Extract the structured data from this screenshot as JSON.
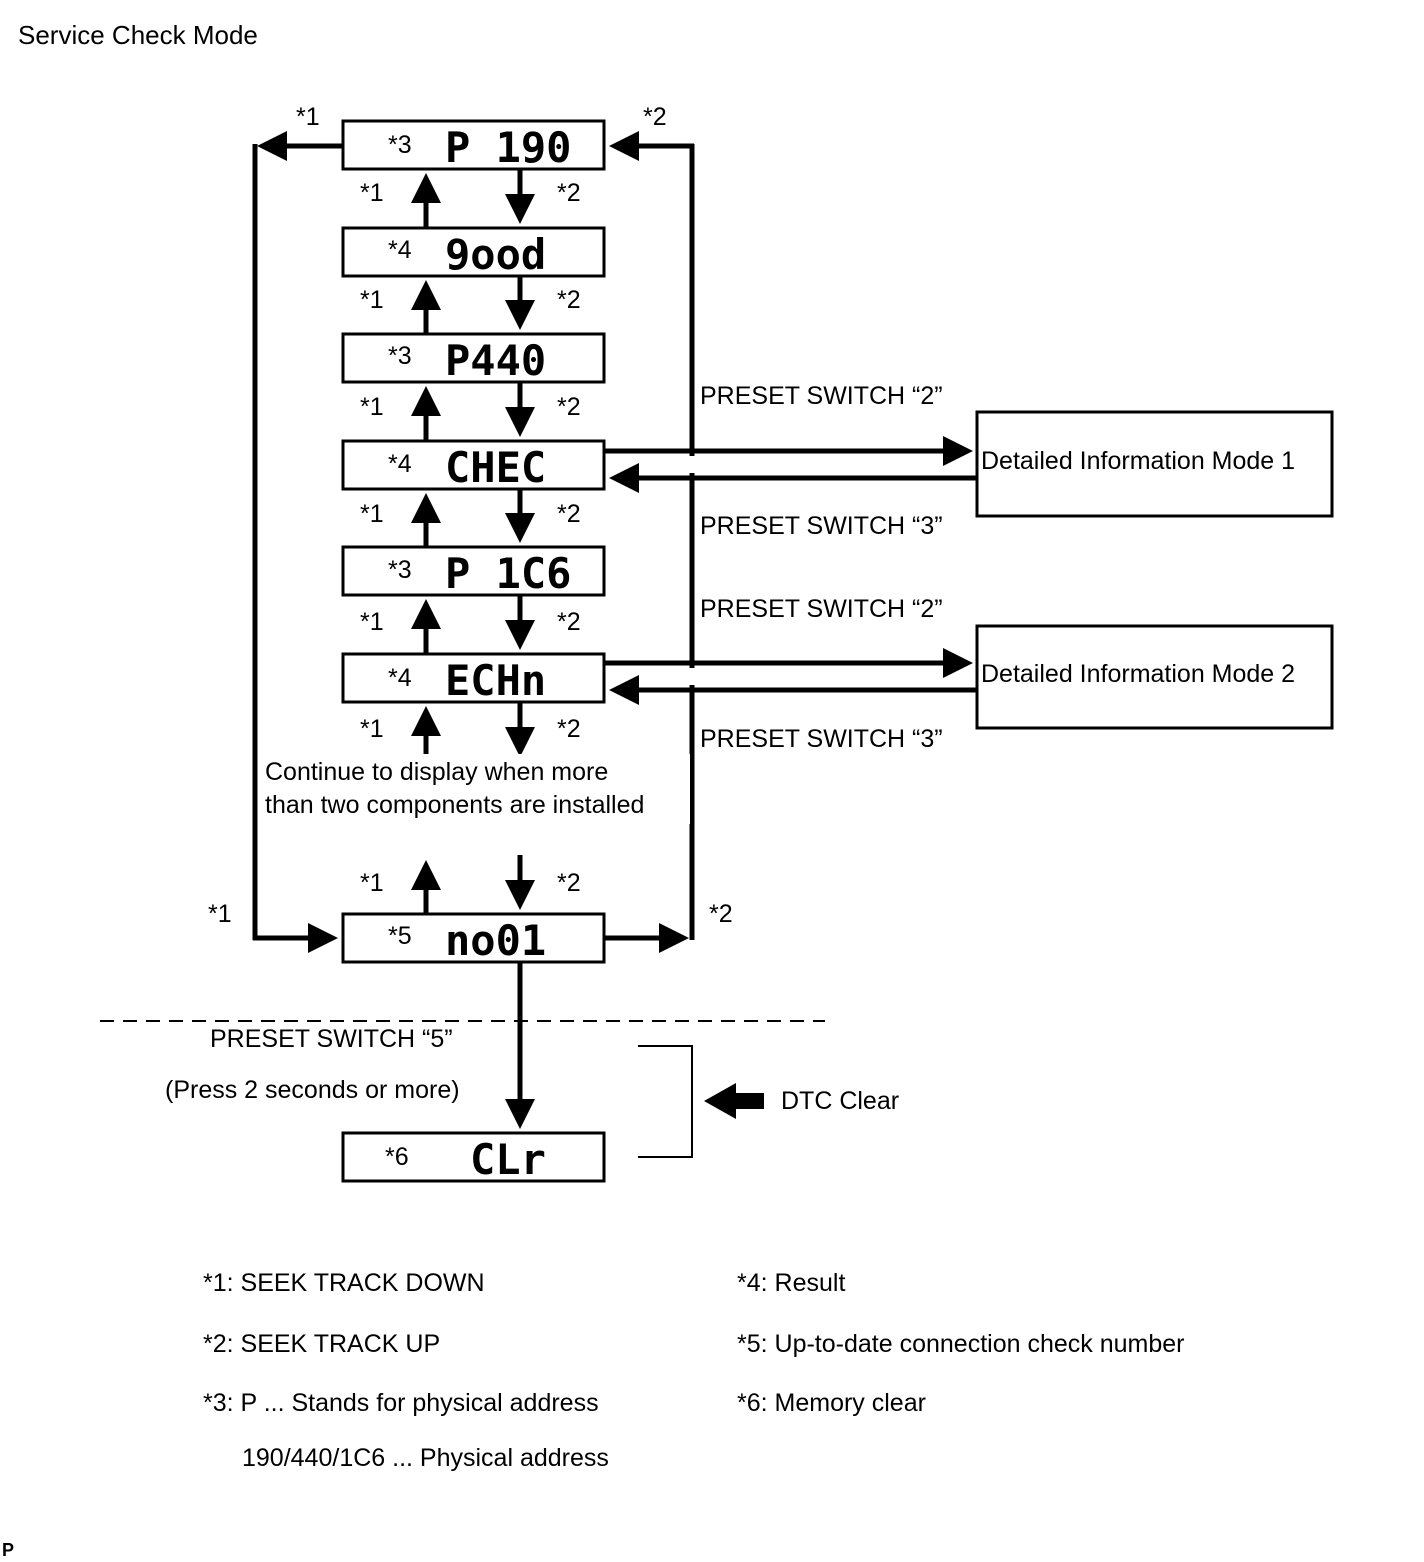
{
  "title": "Service Check Mode",
  "footer_mark": "P",
  "markers": {
    "m1": "*1",
    "m2": "*2"
  },
  "displays": [
    {
      "note": "*3",
      "value": "P 190"
    },
    {
      "note": "*4",
      "value": "9ood"
    },
    {
      "note": "*3",
      "value": "P440"
    },
    {
      "note": "*4",
      "value": "CHEC"
    },
    {
      "note": "*3",
      "value": "P 1C6"
    },
    {
      "note": "*4",
      "value": "ECHn"
    },
    {
      "note": "*5",
      "value": "no01"
    },
    {
      "note": "*6",
      "value": "CLr"
    }
  ],
  "continue_text": {
    "line1": "Continue to display when more",
    "line2": "than two components are installed"
  },
  "side_modes": [
    {
      "label": "Detailed Information Mode 1",
      "switch_to": "PRESET SWITCH “2”",
      "switch_back": "PRESET SWITCH “3”"
    },
    {
      "label": "Detailed Information Mode 2",
      "switch_to": "PRESET SWITCH “2”",
      "switch_back": "PRESET SWITCH “3”"
    }
  ],
  "clear_section": {
    "switch": "PRESET SWITCH “5”",
    "hold": "(Press 2 seconds or more)",
    "dtc_label": "DTC Clear"
  },
  "legend": [
    {
      "text": "*1: SEEK TRACK DOWN"
    },
    {
      "text": "*2: SEEK TRACK UP"
    },
    {
      "text": "*3: P ... Stands for physical address"
    },
    {
      "text": "190/440/1C6 ... Physical address"
    },
    {
      "text": "*4: Result"
    },
    {
      "text": "*5: Up-to-date connection check number"
    },
    {
      "text": "*6: Memory clear"
    }
  ]
}
